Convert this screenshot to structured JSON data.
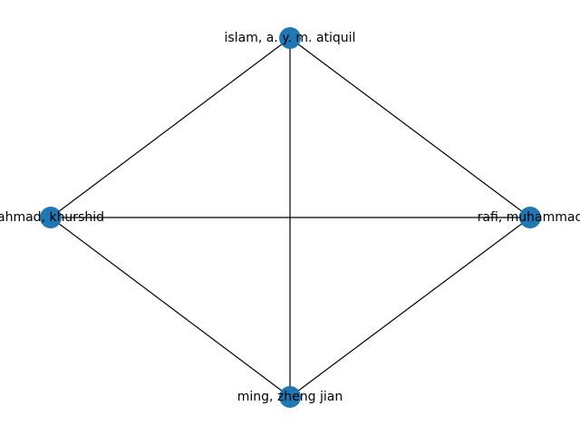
{
  "graph": {
    "node_color": "#1f77b4",
    "edge_color": "#000000",
    "nodes": [
      {
        "id": "islam",
        "label": "islam, a. y. m. atiquil"
      },
      {
        "id": "rafi",
        "label": "rafi, muhammad"
      },
      {
        "id": "ming",
        "label": "ming, zheng jian"
      },
      {
        "id": "ahmad",
        "label": "ahmad, khurshid"
      }
    ],
    "edges": [
      [
        "islam",
        "rafi"
      ],
      [
        "islam",
        "ming"
      ],
      [
        "islam",
        "ahmad"
      ],
      [
        "rafi",
        "ming"
      ],
      [
        "rafi",
        "ahmad"
      ],
      [
        "ming",
        "ahmad"
      ]
    ]
  }
}
